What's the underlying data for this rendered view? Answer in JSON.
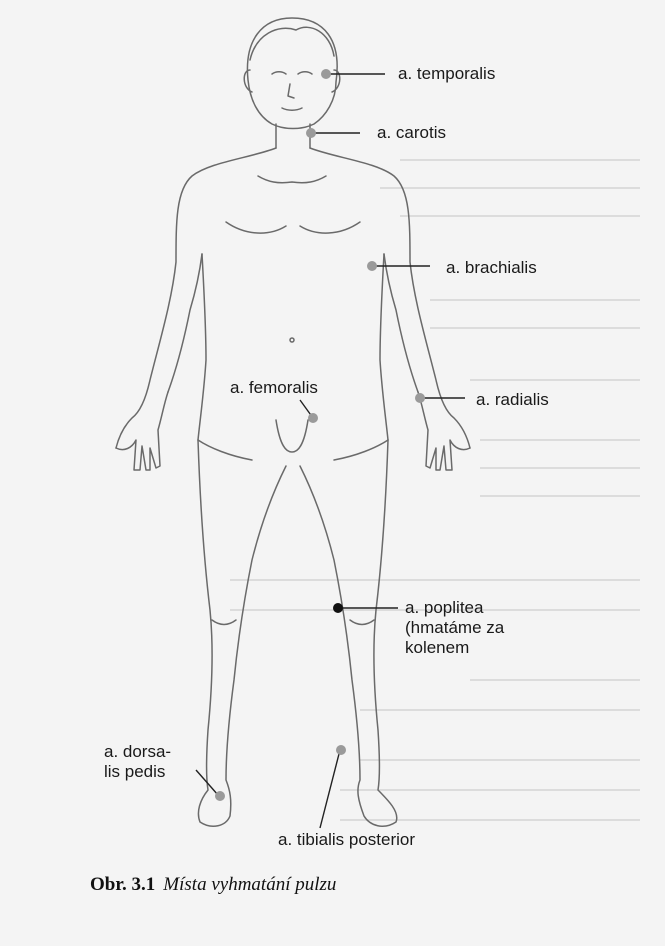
{
  "labels": {
    "temporalis": "a. temporalis",
    "carotis": "a. carotis",
    "brachialis": "a. brachialis",
    "femoralis": "a. femoralis",
    "radialis": "a. radialis",
    "poplitea": "a. poplitea\n(hmatáme za\nkolenem",
    "dorsalis_pedis": "a. dorsa-\nlis pedis",
    "tibialis_posterior": "a. tibialis posterior"
  },
  "caption": {
    "number": "Obr. 3.1",
    "text": "Místa vyhmatání pulzu"
  },
  "colors": {
    "outline": "#6a6a6a",
    "pulse_point": "#9a9a9a",
    "pulse_point_dark": "#111111",
    "leader": "#222222"
  }
}
